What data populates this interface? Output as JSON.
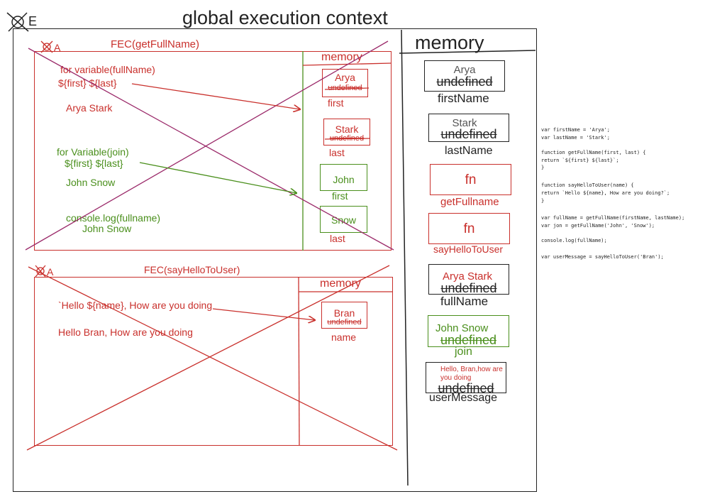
{
  "gec": {
    "marker": "E",
    "title": "global execution context"
  },
  "gec_memory": {
    "title": "memory",
    "cells": [
      {
        "value": "Arya",
        "old": "undefined",
        "label": "firstName",
        "color": "#222222",
        "value_color": "#555555"
      },
      {
        "value": "Stark",
        "old": "undefined",
        "label": "lastName",
        "color": "#222222",
        "value_color": "#555555"
      },
      {
        "value": "fn",
        "old": "",
        "label": "getFullname",
        "color": "#c9302c",
        "value_color": "#c9302c"
      },
      {
        "value": "fn",
        "old": "",
        "label": "sayHelloToUser",
        "color": "#c9302c",
        "value_color": "#c9302c"
      },
      {
        "value": "Arya Stark",
        "old": "undefined",
        "label": "fullName",
        "color": "#222222",
        "value_color": "#c9302c"
      },
      {
        "value": "John Snow",
        "old": "undefined",
        "label": "join",
        "color": "#4a8f1c",
        "value_color": "#4a8f1c"
      },
      {
        "value": "Hello, Bran,how are you doing",
        "old": "undefined",
        "label": "userMessage",
        "color": "#222222",
        "value_color": "#c9302c"
      }
    ]
  },
  "fec1": {
    "marker": "A",
    "title": "FEC(getFullName)",
    "memory_title": "memory",
    "notes_red": [
      "for variable(fullName)",
      "${first} ${last}",
      "Arya Stark"
    ],
    "notes_green": [
      "for Variable(join)",
      "${first} ${last}",
      "John Snow",
      "console.log(fullname)",
      "John  Snow"
    ],
    "cells": [
      {
        "value": "Arya",
        "old": "undefined",
        "label": "first",
        "color": "#c9302c"
      },
      {
        "value": "Stark",
        "old": "undefined",
        "label": "last",
        "color": "#c9302c"
      },
      {
        "value": "John",
        "old": "",
        "label": "first",
        "color": "#4a8f1c"
      },
      {
        "value": "Snow",
        "old": "",
        "label": "last",
        "color": "#4a8f1c"
      }
    ]
  },
  "fec2": {
    "marker": "A",
    "title": "FEC(sayHelloToUser)",
    "memory_title": "memory",
    "notes": [
      "`Hello ${name}, How are you doing",
      "Hello Bran, How are you doing"
    ],
    "cell": {
      "value": "Bran",
      "old": "undefined",
      "label": "name",
      "color": "#c9302c"
    }
  },
  "code": [
    "var firstName = 'Arya';",
    "var lastName = 'Stark';",
    "",
    "function getFullName(first, last) {",
    "  return `${first} ${last}`;",
    "}",
    "",
    "function sayHelloToUser(name) {",
    "  return `Hello ${name}, How are you doing?`;",
    "}",
    "",
    "var fullName = getFullName(firstName, lastName);",
    "var jon = getFullName('John', 'Snow');",
    "",
    "console.log(fullName);",
    "",
    "var userMessage = sayHelloToUser('Bran');"
  ]
}
